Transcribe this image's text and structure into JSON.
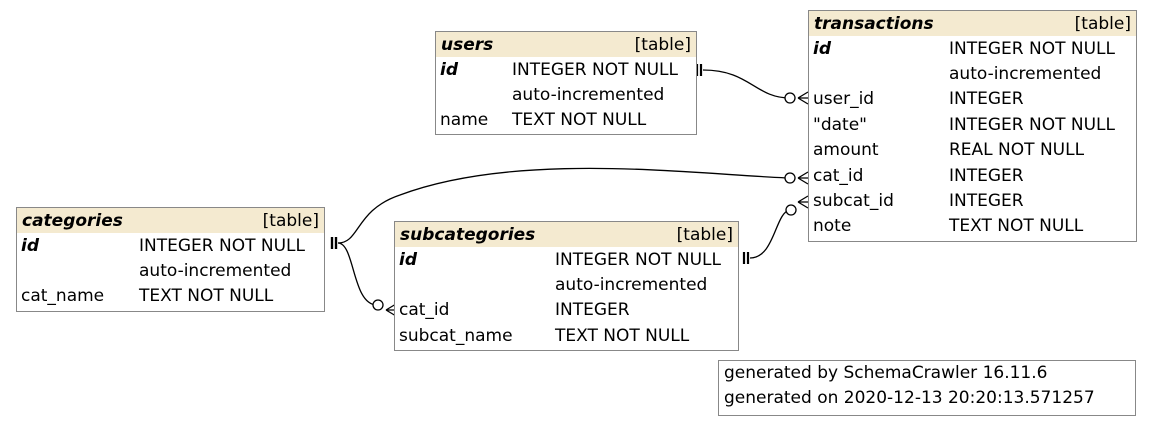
{
  "tables": {
    "users": {
      "name": "users",
      "kind": "[table]",
      "columns": [
        {
          "name": "id",
          "type": "INTEGER NOT NULL",
          "pk": true
        },
        {
          "name": "",
          "type": "auto-incremented"
        },
        {
          "name": "name",
          "type": "TEXT NOT NULL"
        }
      ]
    },
    "transactions": {
      "name": "transactions",
      "kind": "[table]",
      "columns": [
        {
          "name": "id",
          "type": "INTEGER NOT NULL",
          "pk": true
        },
        {
          "name": "",
          "type": "auto-incremented"
        },
        {
          "name": "user_id",
          "type": "INTEGER"
        },
        {
          "name": "\"date\"",
          "type": "INTEGER NOT NULL"
        },
        {
          "name": "amount",
          "type": "REAL NOT NULL"
        },
        {
          "name": "cat_id",
          "type": "INTEGER"
        },
        {
          "name": "subcat_id",
          "type": "INTEGER"
        },
        {
          "name": "note",
          "type": "TEXT NOT NULL"
        }
      ]
    },
    "categories": {
      "name": "categories",
      "kind": "[table]",
      "columns": [
        {
          "name": "id",
          "type": "INTEGER NOT NULL",
          "pk": true
        },
        {
          "name": "",
          "type": "auto-incremented"
        },
        {
          "name": "cat_name",
          "type": "TEXT NOT NULL"
        }
      ]
    },
    "subcategories": {
      "name": "subcategories",
      "kind": "[table]",
      "columns": [
        {
          "name": "id",
          "type": "INTEGER NOT NULL",
          "pk": true
        },
        {
          "name": "",
          "type": "auto-incremented"
        },
        {
          "name": "cat_id",
          "type": "INTEGER"
        },
        {
          "name": "subcat_name",
          "type": "TEXT NOT NULL"
        }
      ]
    }
  },
  "relationships": [
    {
      "from": "users.id",
      "to": "transactions.user_id"
    },
    {
      "from": "categories.id",
      "to": "transactions.cat_id"
    },
    {
      "from": "subcategories.id",
      "to": "transactions.subcat_id"
    },
    {
      "from": "categories.id",
      "to": "subcategories.cat_id"
    }
  ],
  "footer": {
    "line1": "generated by SchemaCrawler 16.11.6",
    "line2": "generated on 2020-12-13 20:20:13.571257"
  }
}
